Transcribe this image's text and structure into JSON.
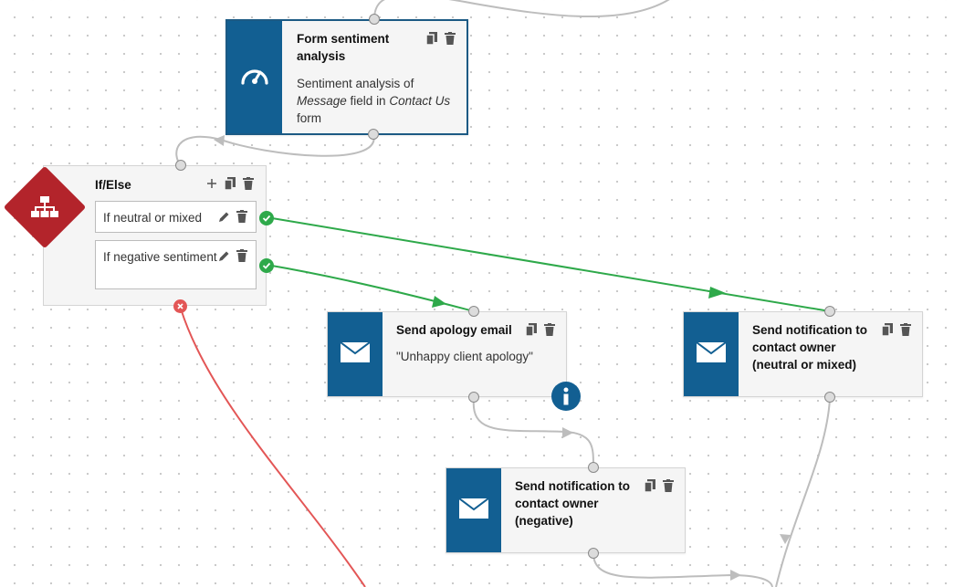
{
  "nodes": {
    "form_sentiment": {
      "title": "Form sentiment analysis",
      "desc_prefix": "Sentiment analysis of",
      "desc_field": "Message",
      "desc_middle": "field in",
      "desc_form": "Contact Us",
      "desc_suffix": "form",
      "icon": "gauge-icon"
    },
    "if_else": {
      "title": "If/Else",
      "icon": "sitemap-icon",
      "conditions": [
        {
          "label": "If neutral or mixed"
        },
        {
          "label": "If negative sentiment"
        }
      ]
    },
    "send_apology": {
      "title": "Send apology email",
      "desc": "\"Unhappy client apology\"",
      "icon": "envelope-icon"
    },
    "notify_neutral": {
      "title": "Send notification to contact owner (neutral or mixed)",
      "icon": "envelope-icon"
    },
    "notify_negative": {
      "title": "Send notification to contact owner (negative)",
      "icon": "envelope-icon"
    }
  },
  "colors": {
    "node_icon_bg": "#125f92",
    "condition_icon_bg": "#b3242b",
    "success_connector": "#2ea94a",
    "failure_connector": "#e35656",
    "default_connector": "#bdbdbd",
    "info_badge": "#125f92"
  }
}
